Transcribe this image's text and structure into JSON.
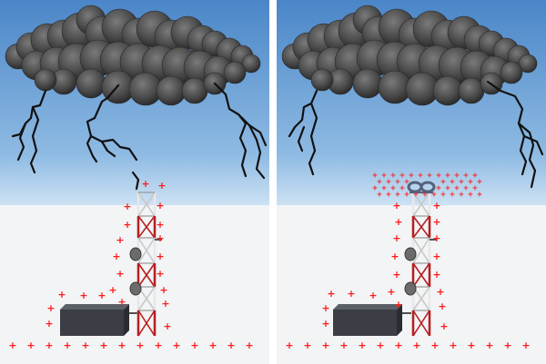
{
  "panels": [
    {
      "id": "left",
      "scene": "without-lightning-protection",
      "icons": [
        "storm-cloud-icon",
        "lightning-bolt-icon",
        "lattice-tower-icon",
        "equipment-shelter-icon",
        "positive-charge-icon"
      ],
      "charge_symbol": "+"
    },
    {
      "id": "right",
      "scene": "with-charge-dissipation-array",
      "icons": [
        "storm-cloud-icon",
        "lightning-bolt-icon",
        "lattice-tower-icon",
        "dissipation-array-icon",
        "equipment-shelter-icon",
        "positive-charge-icon"
      ],
      "charge_symbol": "+"
    }
  ],
  "colors": {
    "sky_top": "#4a86c8",
    "sky_horizon": "#cfe3f4",
    "ground": "#f2f4f6",
    "cloud": "#4a4a4a",
    "charge": "#ff1a1a",
    "tower_red": "#b81f1f",
    "tower_white": "#e8e8e8",
    "bolt": "#111111",
    "shelter": "#3b3e45"
  }
}
